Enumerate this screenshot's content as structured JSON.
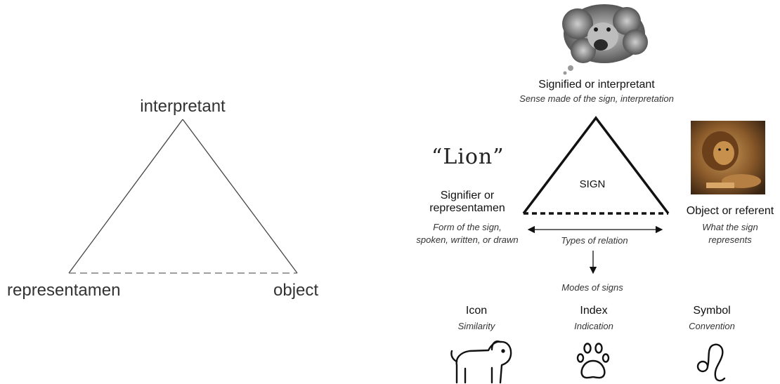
{
  "left_triangle": {
    "top": "interpretant",
    "left": "representamen",
    "right": "object"
  },
  "right_diagram": {
    "signified_title": "Signified or interpretant",
    "signified_desc": "Sense made of the sign, interpretation",
    "quote_text": "“Lion”",
    "signifier_title_1": "Signifier or",
    "signifier_title_2": "representamen",
    "signifier_desc_1": "Form of the sign,",
    "signifier_desc_2": "spoken, written, or drawn",
    "center_label": "SIGN",
    "object_title": "Object or referent",
    "object_desc_1": "What the sign",
    "object_desc_2": "represents",
    "relation_label": "Types of relation",
    "modes_label": "Modes of signs",
    "modes": [
      {
        "title": "Icon",
        "desc": "Similarity",
        "icon": "lion-silhouette-icon"
      },
      {
        "title": "Index",
        "desc": "Indication",
        "icon": "paw-print-icon"
      },
      {
        "title": "Symbol",
        "desc": "Convention",
        "icon": "leo-zodiac-icon"
      }
    ]
  },
  "colors": {
    "line": "#333333",
    "thick_line": "#111111"
  }
}
